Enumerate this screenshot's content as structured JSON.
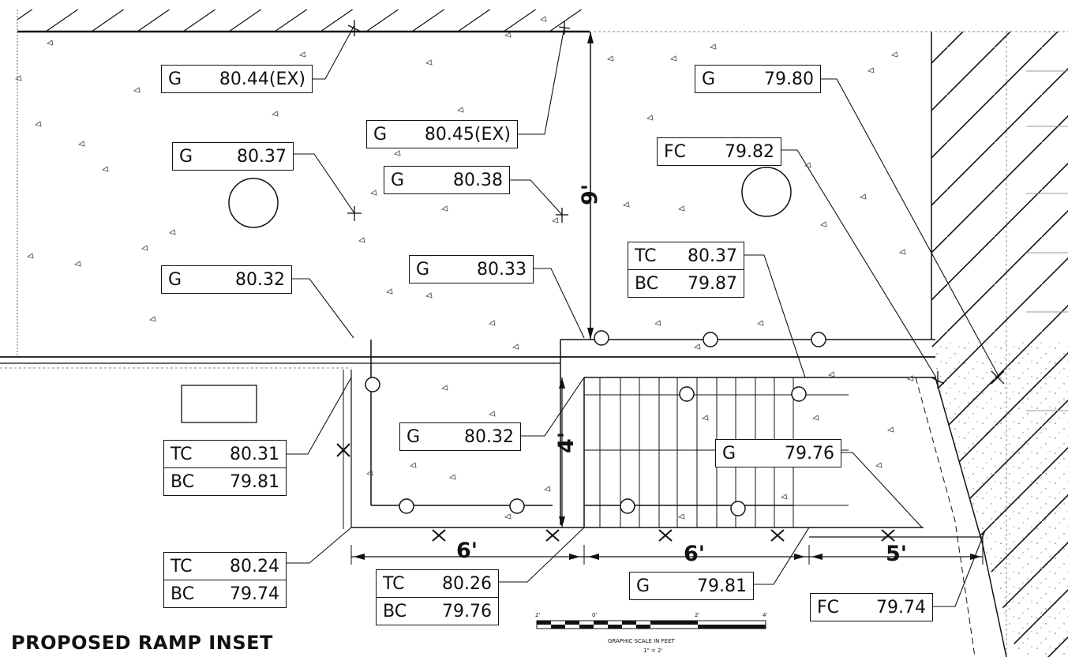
{
  "title": "PROPOSED RAMP INSET",
  "labels": [
    {
      "rows": [
        [
          "G",
          "80.44(EX)"
        ]
      ]
    },
    {
      "rows": [
        [
          "G",
          "80.45(EX)"
        ]
      ]
    },
    {
      "rows": [
        [
          "G",
          "80.37"
        ]
      ]
    },
    {
      "rows": [
        [
          "G",
          "80.38"
        ]
      ]
    },
    {
      "rows": [
        [
          "G",
          "80.32"
        ]
      ]
    },
    {
      "rows": [
        [
          "G",
          "80.33"
        ]
      ]
    },
    {
      "rows": [
        [
          "G",
          "79.80"
        ]
      ]
    },
    {
      "rows": [
        [
          "FC",
          "79.82"
        ]
      ]
    },
    {
      "rows": [
        [
          "TC",
          "80.37"
        ],
        [
          "BC",
          "79.87"
        ]
      ]
    },
    {
      "rows": [
        [
          "G",
          "80.32"
        ]
      ]
    },
    {
      "rows": [
        [
          "TC",
          "80.31"
        ],
        [
          "BC",
          "79.81"
        ]
      ]
    },
    {
      "rows": [
        [
          "G",
          "79.76"
        ]
      ]
    },
    {
      "rows": [
        [
          "TC",
          "80.24"
        ],
        [
          "BC",
          "79.74"
        ]
      ]
    },
    {
      "rows": [
        [
          "TC",
          "80.26"
        ],
        [
          "BC",
          "79.76"
        ]
      ]
    },
    {
      "rows": [
        [
          "G",
          "79.81"
        ]
      ]
    },
    {
      "rows": [
        [
          "FC",
          "79.74"
        ]
      ]
    }
  ],
  "dimensions": {
    "d1": "6'",
    "d2": "6'",
    "d3": "5'",
    "d4": "4'",
    "d5": "9'"
  },
  "scale": {
    "ticks": [
      "2'",
      "0'",
      "2'",
      "4'"
    ],
    "caption": "GRAPHIC SCALE IN FEET",
    "ratio": "1\" = 2'"
  }
}
